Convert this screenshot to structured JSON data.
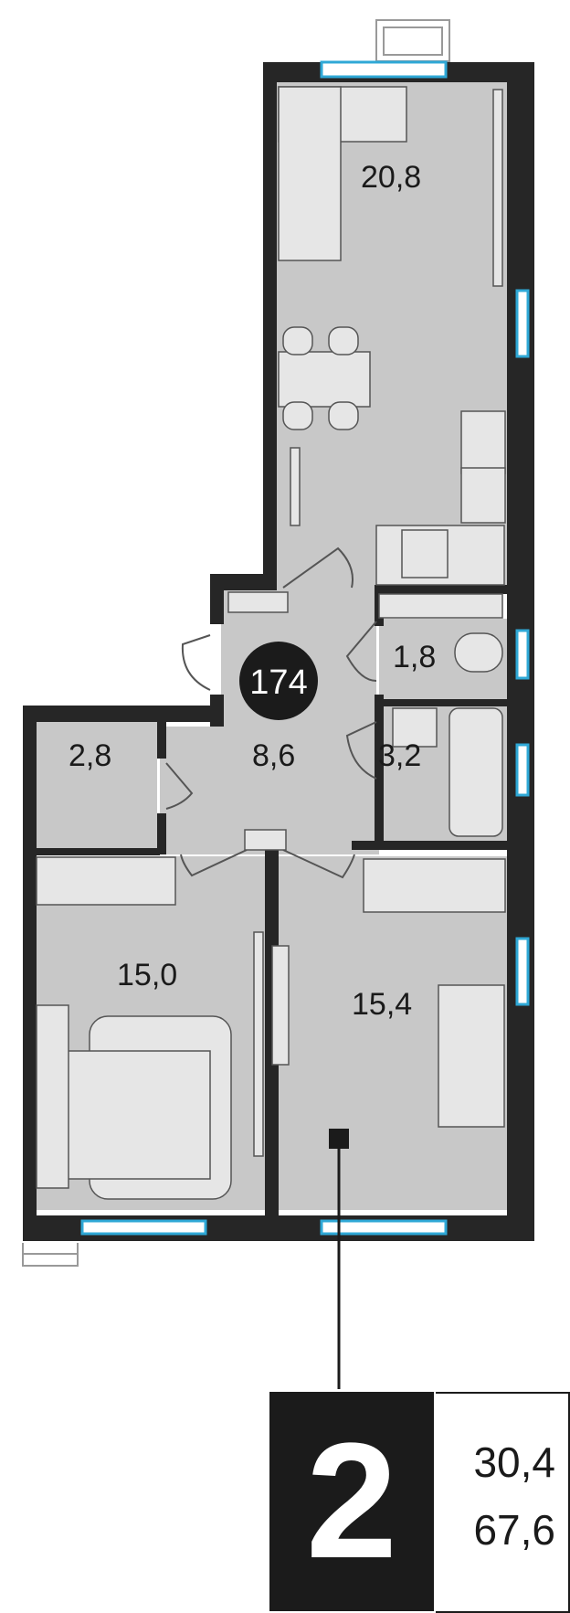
{
  "apartment_number": "174",
  "room_count": "2",
  "areas": {
    "living": "30,4",
    "total": "67,6"
  },
  "rooms": [
    {
      "id": "kitchen-living",
      "area": "20,8"
    },
    {
      "id": "toilet",
      "area": "1,8"
    },
    {
      "id": "hallway",
      "area": "8,6"
    },
    {
      "id": "storage",
      "area": "2,8"
    },
    {
      "id": "bathroom",
      "area": "3,2"
    },
    {
      "id": "bedroom",
      "area": "15,0"
    },
    {
      "id": "second-room",
      "area": "15,4"
    }
  ],
  "colors": {
    "wall": "#262626",
    "floor": "#c8c8c8",
    "window": "#2fa8d6",
    "furniture": "#e6e6e6"
  }
}
